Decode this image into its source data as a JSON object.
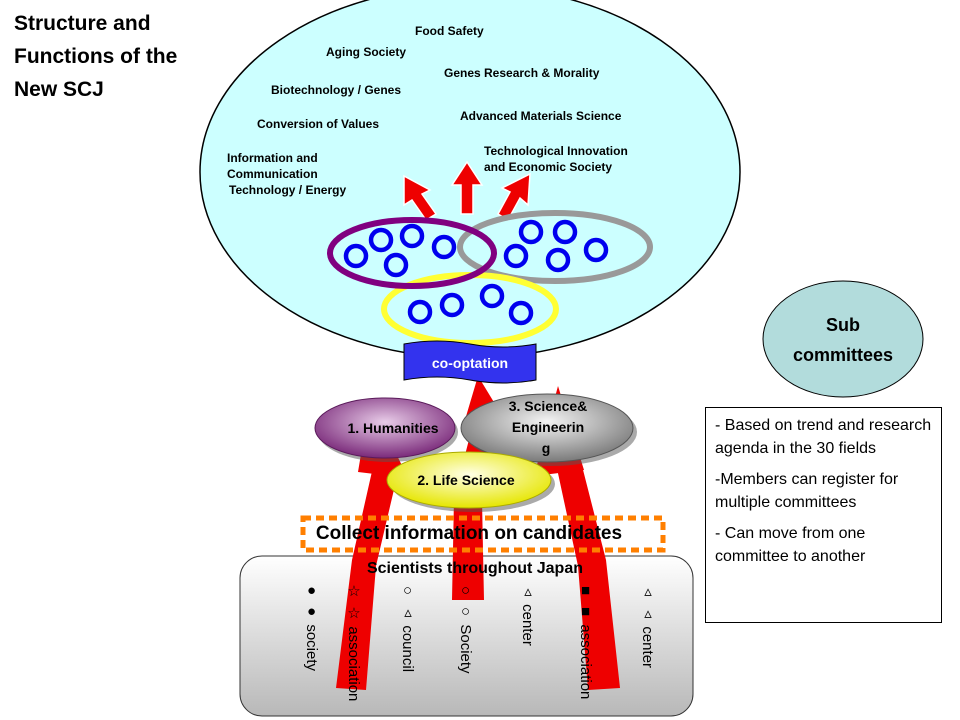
{
  "title": {
    "line1": "Structure and",
    "line2": "Functions of the",
    "line3": "New SCJ"
  },
  "topics": {
    "food_safety": "Food Safety",
    "aging_society": "Aging Society",
    "genes_research": "Genes Research & Morality",
    "biotechnology": "Biotechnology / Genes",
    "advanced_materials": "Advanced Materials Science",
    "conversion_values": "Conversion of Values",
    "ict_line1": "Information and",
    "ict_line2": "Communication",
    "ict_line3": "Technology / Energy",
    "tech_line1": "Technological Innovation",
    "tech_line2": "and Economic Society"
  },
  "cooptation": "co-optation",
  "sections": {
    "humanities": "1. Humanities",
    "science_line1": "3. Science&",
    "science_line2": "Engineerin",
    "science_line3": "g",
    "life_science": "2. Life Science"
  },
  "collect_info": "Collect information on candidates",
  "scientists": {
    "heading": "Scientists throughout Japan",
    "columns": [
      {
        "marks": "● ●",
        "label": "society"
      },
      {
        "marks": "☆ ☆",
        "label": "association"
      },
      {
        "marks": "○ ▵",
        "label": "council"
      },
      {
        "marks": "○ ○",
        "label": "Society"
      },
      {
        "marks": "▵",
        "label": "center"
      },
      {
        "marks": "■ ■",
        "label": "association"
      },
      {
        "marks": "▵ ▵",
        "label": "center"
      }
    ]
  },
  "subcommittees": {
    "line1": "Sub",
    "line2": "committees"
  },
  "notes": [
    "- Based on trend and research agenda in the 30 fields",
    "-Members can register for multiple committees",
    "- Can move from one committee to another"
  ],
  "colors": {
    "big_circle_fill": "#ccffff",
    "cluster_purple": "#800080",
    "cluster_gray": "#999999",
    "cluster_yellow": "#ffff33",
    "member_ring": "#0000ee",
    "arrow_red": "#ee0000",
    "cooptation_blue": "#3333ee",
    "humanities": "#7a2a7a",
    "science": "#888888",
    "life_science": "#ffff66",
    "collect_border": "#ff7f00",
    "sub_circle": "#b2dcdc"
  }
}
